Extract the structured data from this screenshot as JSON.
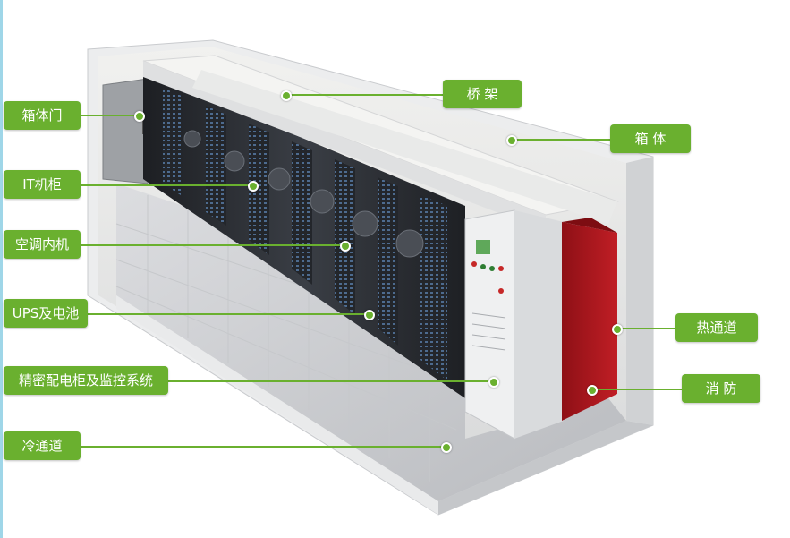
{
  "callouts": {
    "door": {
      "text": "箱体门"
    },
    "it_cabinet": {
      "text": "IT机柜"
    },
    "ac_unit": {
      "text": "空调内机"
    },
    "ups": {
      "text": "UPS及电池"
    },
    "pdu": {
      "text": "精密配电柜及监控系统"
    },
    "cold_aisle": {
      "text": "冷通道"
    },
    "tray": {
      "text": "桥 架"
    },
    "enclosure": {
      "text": "箱 体"
    },
    "hot_aisle": {
      "text": "热通道"
    },
    "fire": {
      "text": "消 防"
    }
  },
  "colors": {
    "label_green": "#6ab02f",
    "fire_red": "#b0161d",
    "rack_dark": "#2a2d33",
    "shell_gray": "#e6e8ea"
  }
}
